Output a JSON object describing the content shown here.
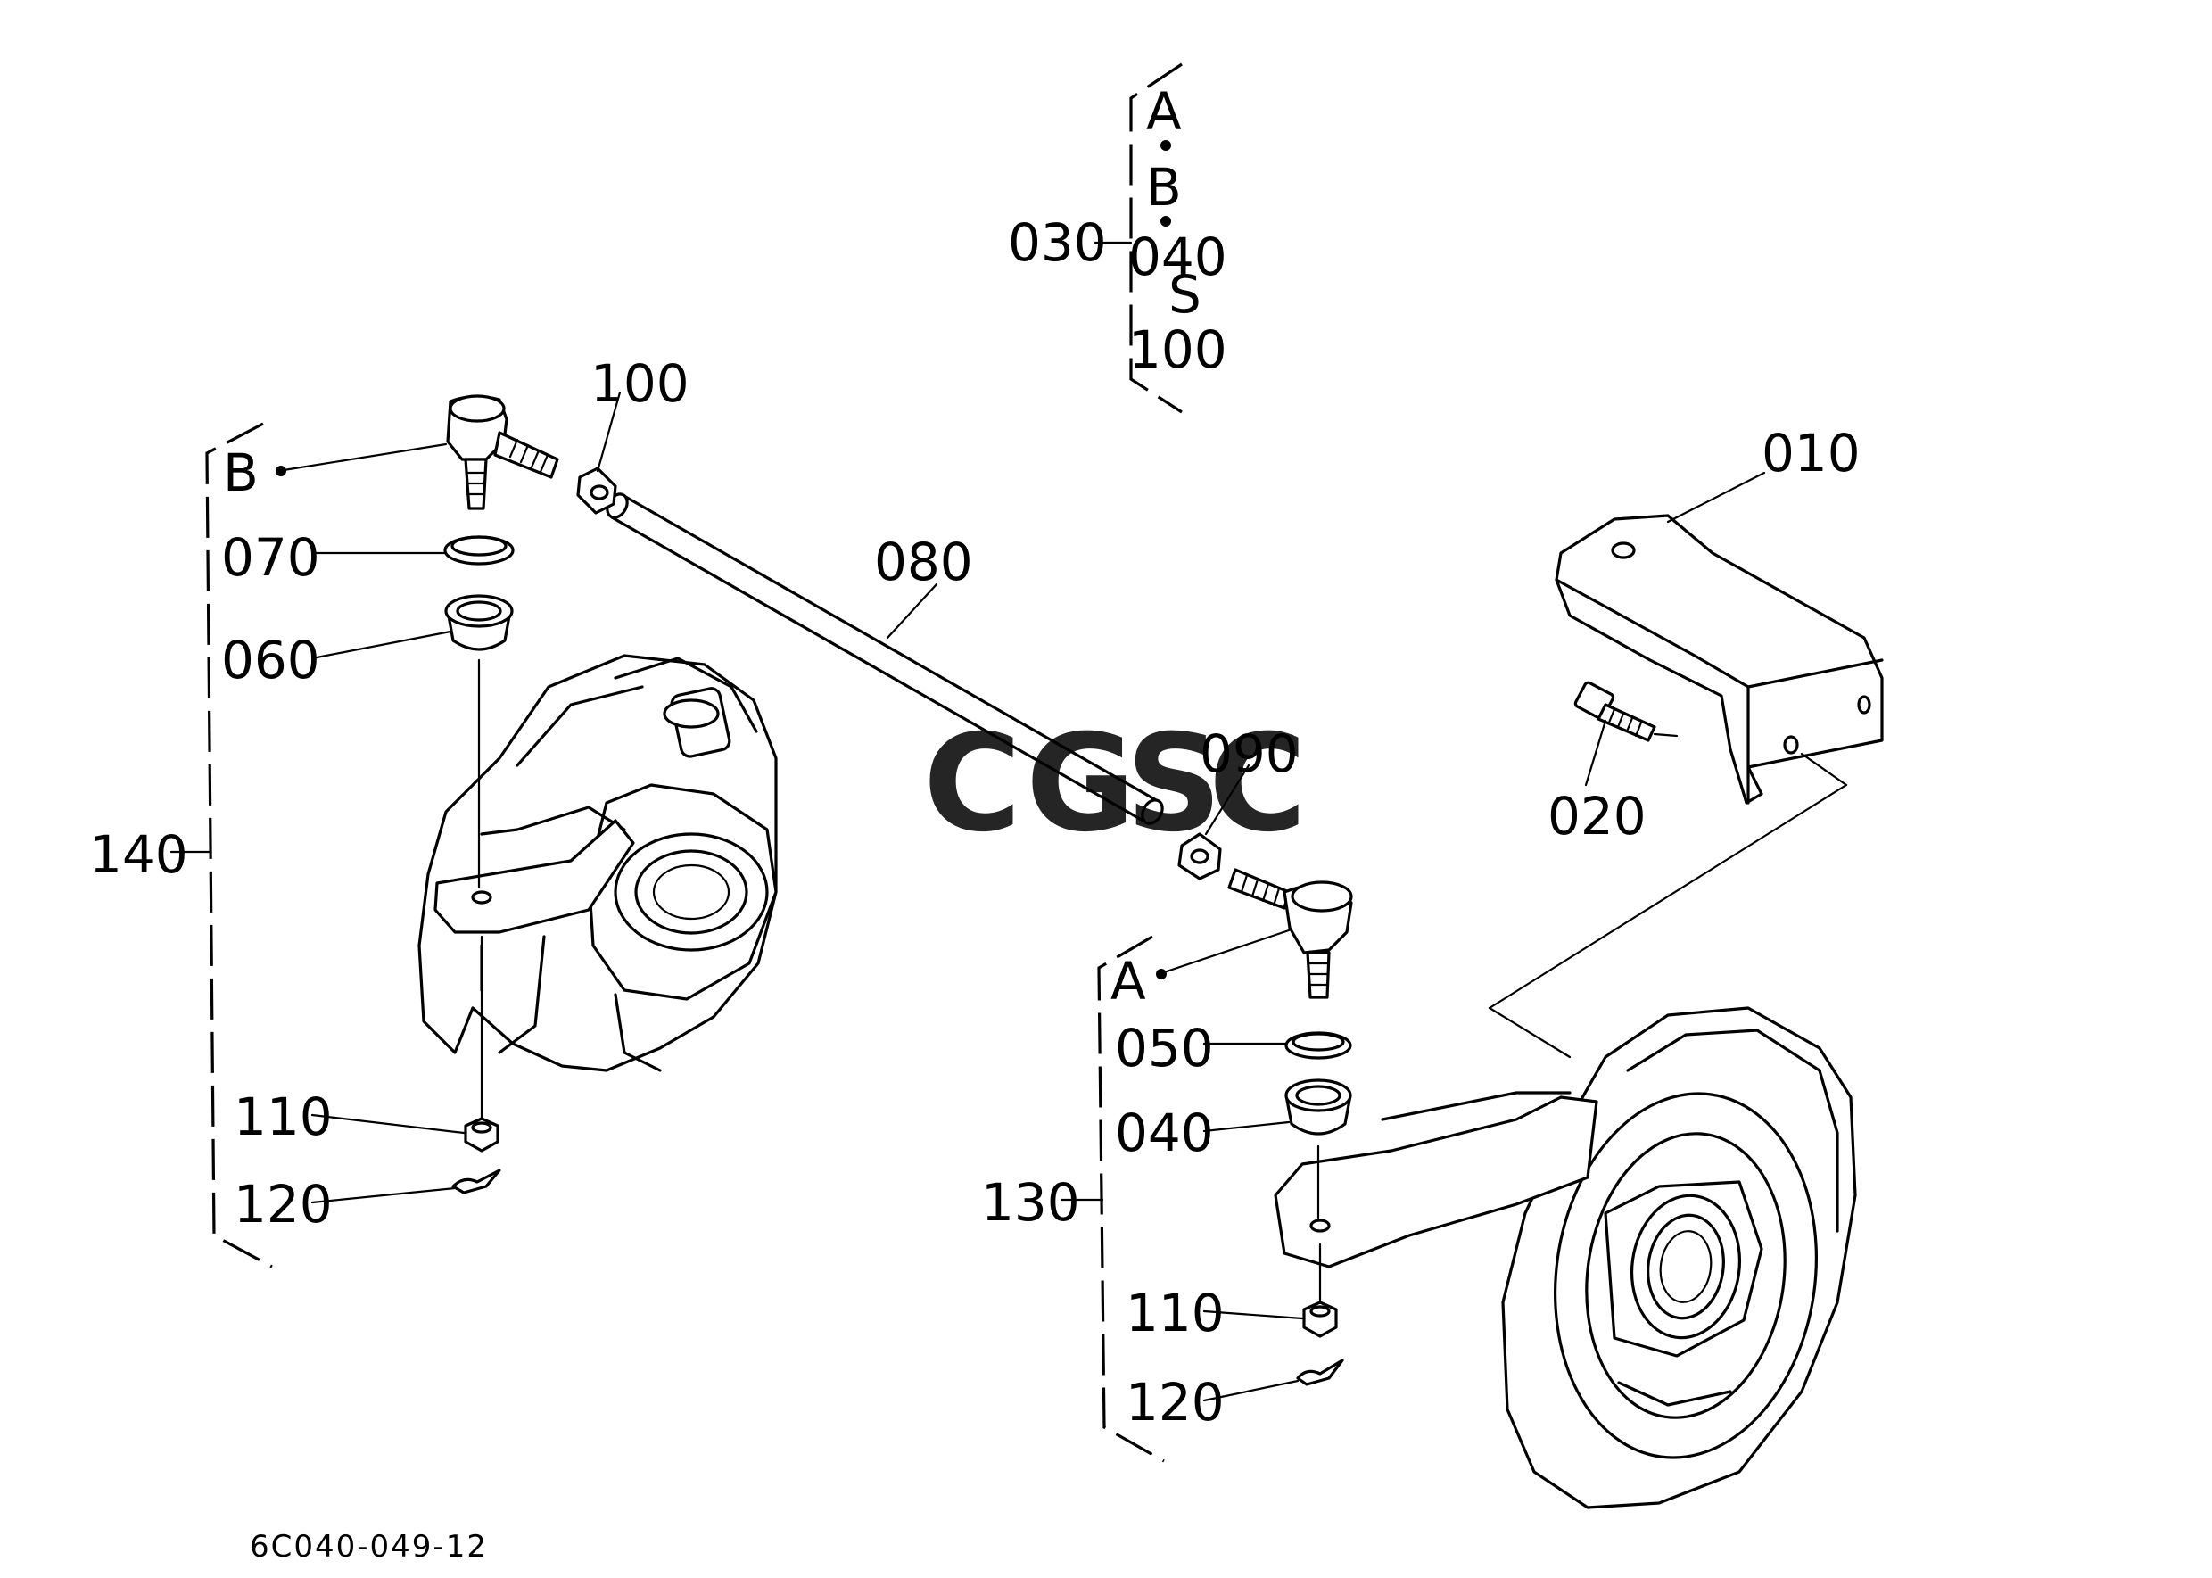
{
  "diagram": {
    "drawing_number": "6C040-049-12",
    "callouts": [
      {
        "id": "010",
        "text": "010"
      },
      {
        "id": "020",
        "text": "020"
      },
      {
        "id": "030",
        "text": "030"
      },
      {
        "id": "040a",
        "text": "040"
      },
      {
        "id": "040b",
        "text": "040"
      },
      {
        "id": "050",
        "text": "050"
      },
      {
        "id": "060",
        "text": "060"
      },
      {
        "id": "070",
        "text": "070"
      },
      {
        "id": "080",
        "text": "080"
      },
      {
        "id": "090",
        "text": "090"
      },
      {
        "id": "100a",
        "text": "100"
      },
      {
        "id": "100b",
        "text": "100"
      },
      {
        "id": "110a",
        "text": "110"
      },
      {
        "id": "110b",
        "text": "110"
      },
      {
        "id": "120a",
        "text": "120"
      },
      {
        "id": "120b",
        "text": "120"
      },
      {
        "id": "130",
        "text": "130"
      },
      {
        "id": "140",
        "text": "140"
      }
    ],
    "refs": {
      "a_top": "A",
      "b_top": "B",
      "a_mid": "A",
      "b_left": "B",
      "range": "S"
    },
    "watermark": {
      "c1": "C",
      "g": "G",
      "s": "S",
      "c2": "C",
      "colors": [
        "#5b8def",
        "#ef6f6c",
        "#f7d04d",
        "#4fc48a"
      ]
    }
  }
}
